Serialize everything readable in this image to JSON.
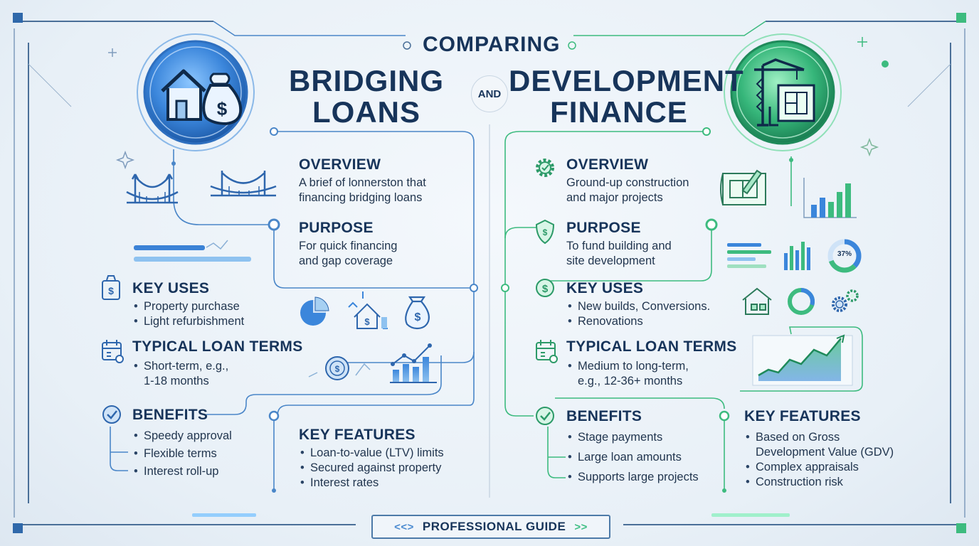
{
  "header": {
    "kicker": "COMPARING",
    "left_title": [
      "BRIDGING",
      "LOANS"
    ],
    "and": "AND",
    "right_title": [
      "DEVELOPMENT",
      "FINANCE"
    ]
  },
  "bridging": {
    "overview": {
      "heading": "OVERVIEW",
      "lines": [
        "A brief of lonnerston that",
        "financing bridging loans"
      ]
    },
    "purpose": {
      "heading": "PURPOSE",
      "lines": [
        "For quick financing",
        "and gap coverage"
      ]
    },
    "key_uses": {
      "heading": "KEY USES",
      "items": [
        "Property purchase",
        "Light refurbishment"
      ]
    },
    "loan_terms": {
      "heading": "TYPICAL LOAN TERMS",
      "items": [
        "Short-term, e.g.,"
      ],
      "continuation": "1-18 months"
    },
    "benefits": {
      "heading": "BENEFITS",
      "items": [
        "Speedy approval",
        "Flexible terms",
        "Interest roll-up"
      ]
    },
    "key_features": {
      "heading": "KEY FEATURES",
      "items": [
        "Loan-to-value (LTV) limits",
        "Secured against property",
        "Interest rates"
      ]
    }
  },
  "development": {
    "overview": {
      "heading": "OVERVIEW",
      "lines": [
        "Ground-up construction",
        "and major projects"
      ]
    },
    "purpose": {
      "heading": "PURPOSE",
      "lines": [
        "To fund building and",
        "site development"
      ]
    },
    "key_uses": {
      "heading": "KEY USES",
      "items": [
        "New builds, Conversions.",
        "Renovations"
      ]
    },
    "loan_terms": {
      "heading": "TYPICAL LOAN TERMS",
      "items": [
        "Medium to long-term,"
      ],
      "continuation": "e.g., 12-36+ months"
    },
    "benefits": {
      "heading": "BENEFITS",
      "items": [
        "Stage payments",
        "Large loan amounts",
        "Supports large projects"
      ]
    },
    "key_features": {
      "heading": "KEY FEATURES",
      "items": [
        "Based on Gross"
      ],
      "continuation": "Development Value (GDV)",
      "items_after": [
        "Complex appraisals",
        "Construction risk"
      ]
    },
    "donut_label": "37%"
  },
  "footer": {
    "label": "PROFESSIONAL GUIDE",
    "left_chevron": "<<>",
    "right_chevron": ">>"
  },
  "colors": {
    "blue": "#3b82d6",
    "green": "#3dbb7f",
    "navy": "#17345a"
  },
  "icons": [
    "house-money-icon",
    "crane-blueprint-icon",
    "bridge-icon",
    "money-bag-icon",
    "calendar-icon",
    "check-circle-icon",
    "gear-check-icon",
    "shield-icon",
    "dollar-circle-icon",
    "bar-chart-icon",
    "donut-chart-icon",
    "pie-chart-icon",
    "house-icon",
    "gears-icon",
    "trend-chart-icon"
  ]
}
